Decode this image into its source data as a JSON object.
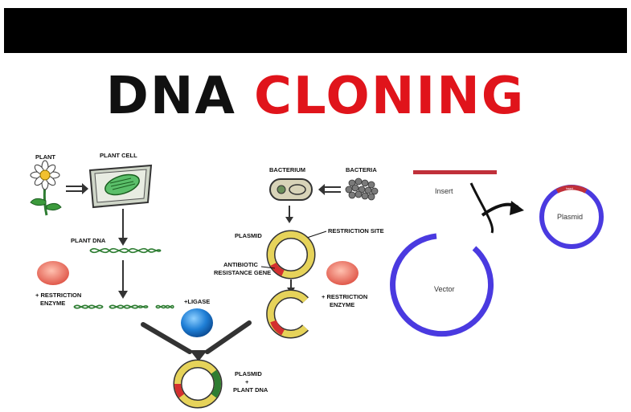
{
  "title": {
    "word1": "DNA",
    "word2": "CLONING"
  },
  "colors": {
    "accent_red": "#e0141b",
    "vector_blue": "#4a3ae0",
    "insert_red": "#c0303a",
    "dna_green": "#2e7d32"
  },
  "left_diagram": {
    "plant": "PLANT",
    "plant_cell": "PLANT CELL",
    "plant_dna": "PLANT DNA",
    "restriction_enzyme_1": [
      "+ RESTRICTION",
      "ENZYME"
    ],
    "ligase": "+LIGASE",
    "result": [
      "PLASMID",
      "+",
      "PLANT DNA"
    ],
    "bacterium": "BACTERIUM",
    "bacteria": "BACTERIA",
    "plasmid": "PLASMID",
    "restriction_site": "RESTRICTION SITE",
    "antibiotic_gene": [
      "ANTIBIOTIC",
      "RESISTANCE GENE"
    ],
    "restriction_enzyme_2": [
      "+ RESTRICTION",
      "ENZYME"
    ]
  },
  "right_diagram": {
    "insert": "Insert",
    "vector": "Vector",
    "plasmid": "Plasmid",
    "plasmid_insert_tag": "Insert"
  }
}
